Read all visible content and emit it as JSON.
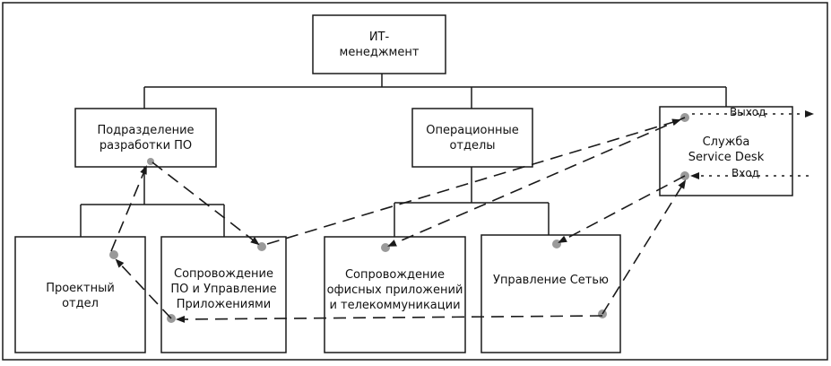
{
  "diagram": {
    "top": "ИТ-\nменеджмент",
    "dev_division": "Подразделение\nразработки ПО",
    "operations": "Операционные\nотделы",
    "service_desk": "Служба\nService Desk",
    "project_dept": "Проектный\nотдел",
    "sw_support": "Сопровождение\nПО и Управление\nПриложениями",
    "office_support": "Сопровождение\nофисных приложений\nи телекоммуникации",
    "network": "Управление Сетью",
    "exit_label": "Выход",
    "entry_label": "Вход"
  },
  "colors": {
    "line": "#1a1a1a",
    "box_fill": "#ffffff",
    "dot": "#9a9a9a"
  }
}
